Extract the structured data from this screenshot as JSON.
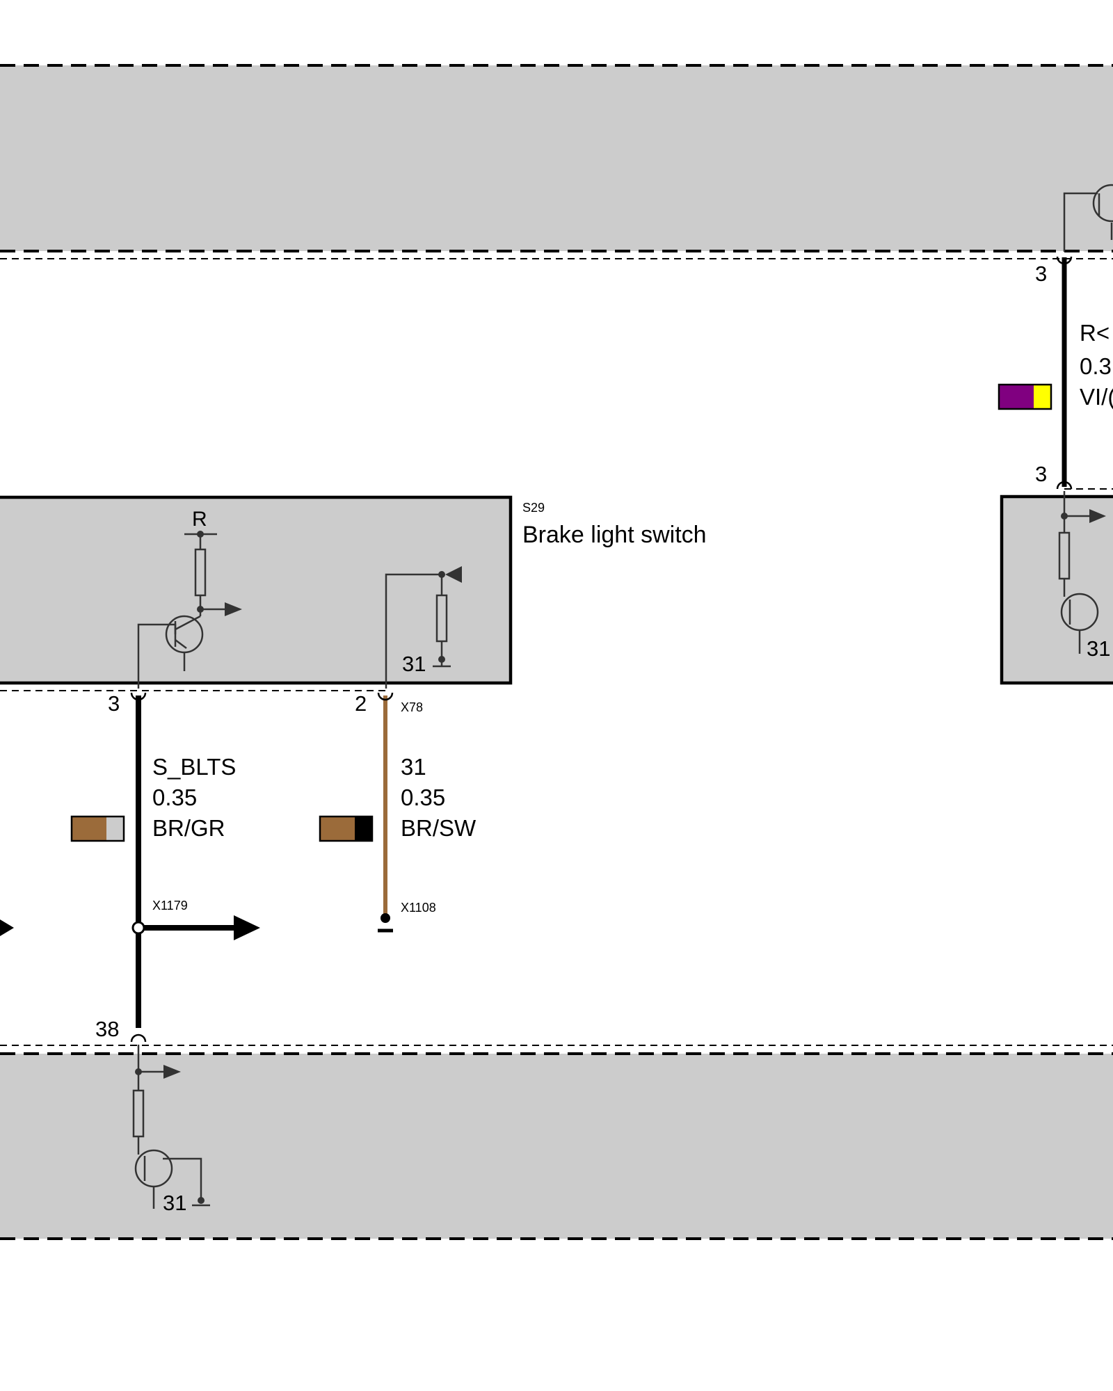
{
  "colors": {
    "panel": "#cccccc",
    "wire_black": "#000000",
    "wire_brown": "#9b6b3a",
    "swatch_brown": "#9b6b3a",
    "swatch_grey": "#cccccc",
    "swatch_black": "#000000",
    "swatch_violet": "#800080",
    "swatch_yellow": "#ffff00"
  },
  "switch": {
    "code": "S29",
    "name": "Brake light switch",
    "resistor_label": "R",
    "ground_label": "31"
  },
  "wires": {
    "left": {
      "pin_top": "3",
      "pin_bottom": "38",
      "signal": "S_BLTS",
      "size": "0.35",
      "color_code": "BR/GR",
      "connector_split": "X1179"
    },
    "right": {
      "pin_top": "2",
      "connector_top": "X78",
      "signal": "31",
      "size": "0.35",
      "color_code": "BR/SW",
      "connector_ground": "X1108"
    },
    "top_right": {
      "pin_top": "3",
      "pin_bottom": "3",
      "signal": "R<",
      "size": "0.3",
      "color_code": "VI/("
    }
  },
  "right_module": {
    "ground_label": "31"
  },
  "bottom_module": {
    "ground_label": "31"
  }
}
